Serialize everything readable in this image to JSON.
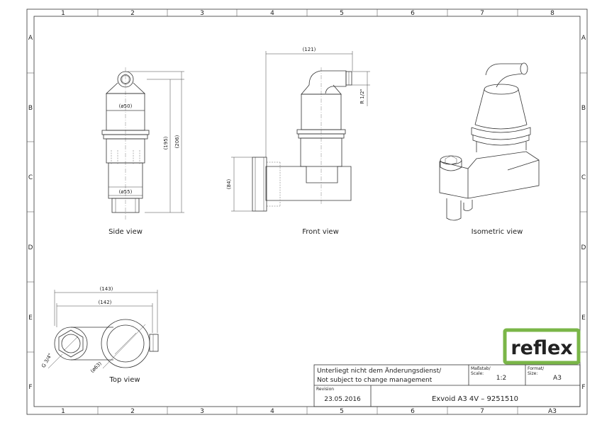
{
  "grid": {
    "columns": [
      "1",
      "2",
      "3",
      "4",
      "5",
      "6",
      "7",
      "8"
    ],
    "rows": [
      "A",
      "B",
      "C",
      "D",
      "E",
      "F"
    ]
  },
  "views": {
    "side": "Side view",
    "front": "Front view",
    "isometric": "Isometric view",
    "top": "Top view"
  },
  "dimensions": {
    "side_d50": "(ø50)",
    "side_d55": "(ø55)",
    "side_h195": "(195)",
    "side_h206": "(206)",
    "front_w121": "(121)",
    "front_h84": "(84)",
    "front_thread": "R 1/2\"",
    "top_w143": "(143)",
    "top_w142": "(142)",
    "top_d63": "(ø63)",
    "top_thread": "G 3/4\""
  },
  "title_block": {
    "note_de": "Unterliegt nicht dem Änderungsdienst/",
    "note_en": "Not subject to change management",
    "scale_label_1": "Maßstab/",
    "scale_label_2": "Scale:",
    "scale_value": "1:2",
    "format_label_1": "Format/",
    "format_label_2": "Size:",
    "format_value": "A3",
    "revision_label": "Revision",
    "revision_date": "23.05.2016",
    "drawing_title": "Exvoid A3 4V – 9251510",
    "sheet_size": "A3"
  },
  "logo": {
    "text": "reflex",
    "color": "#7ab648"
  }
}
